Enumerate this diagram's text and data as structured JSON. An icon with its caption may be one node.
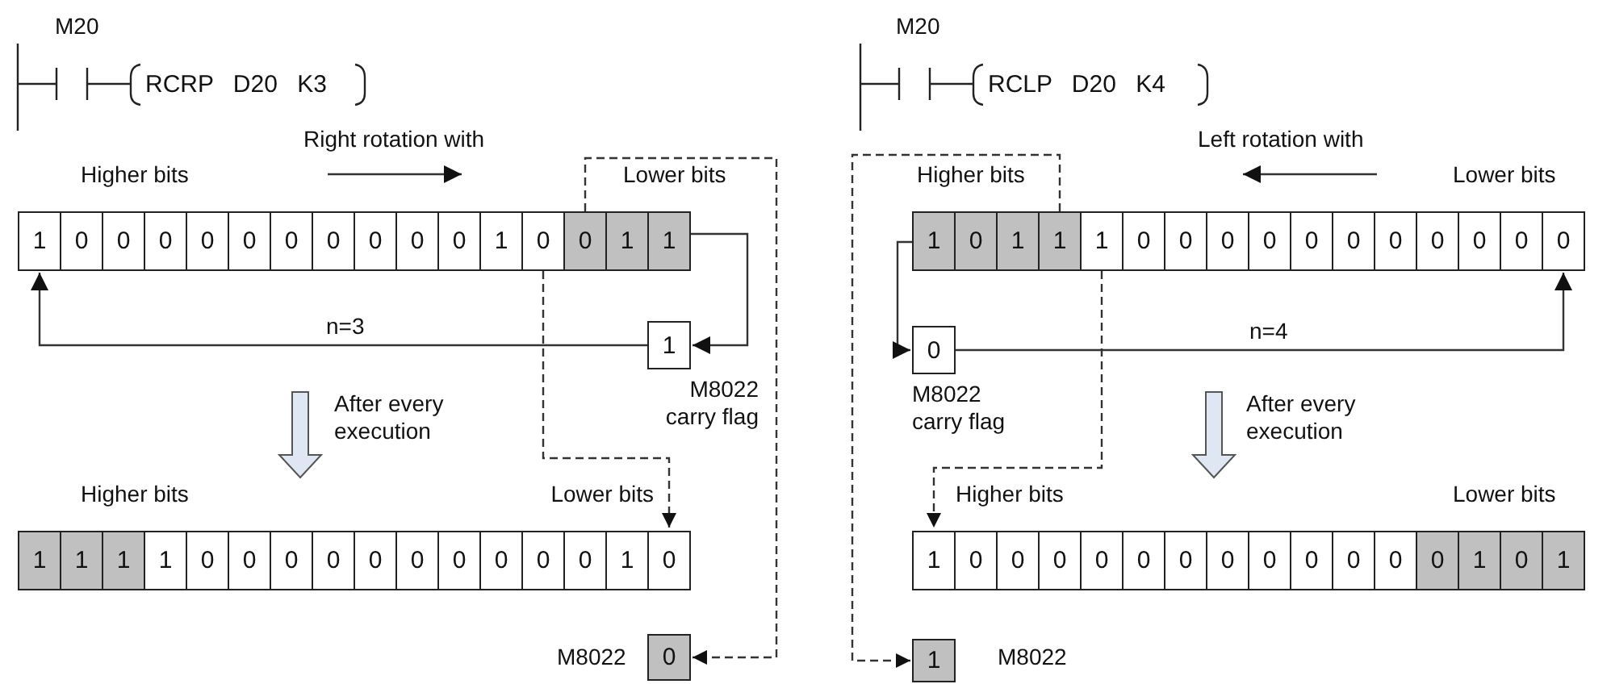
{
  "diagram": {
    "nodes": [
      {
        "text": [
          "1"
        ]
      },
      {
        "text": [
          "0"
        ]
      },
      {
        "text": [
          "0"
        ]
      },
      {
        "text": [
          "0"
        ]
      },
      {
        "text": [
          "0"
        ]
      },
      {
        "text": [
          "0"
        ]
      },
      {
        "text": [
          "0"
        ]
      },
      {
        "text": [
          "0"
        ]
      },
      {
        "text": [
          "0"
        ]
      },
      {
        "text": [
          "0"
        ]
      },
      {
        "text": [
          "0"
        ]
      },
      {
        "text": [
          "1"
        ]
      },
      {
        "text": [
          "0"
        ]
      },
      {
        "text": [
          "0"
        ]
      },
      {
        "text": [
          "1"
        ]
      },
      {
        "text": [
          "1"
        ]
      },
      {
        "text": [
          "1"
        ],
        "beside": [
          "M8022 carry flag"
        ]
      },
      {
        "text": [
          "1"
        ]
      },
      {
        "text": [
          "1"
        ]
      },
      {
        "text": [
          "1"
        ]
      },
      {
        "text": [
          "1"
        ]
      },
      {
        "text": [
          "0"
        ]
      },
      {
        "text": [
          "0"
        ]
      },
      {
        "text": [
          "0"
        ]
      },
      {
        "text": [
          "0"
        ]
      },
      {
        "text": [
          "0"
        ]
      },
      {
        "text": [
          "0"
        ]
      },
      {
        "text": [
          "0"
        ]
      },
      {
        "text": [
          "0"
        ]
      },
      {
        "text": [
          "0"
        ]
      },
      {
        "text": [
          "0"
        ]
      },
      {
        "text": [
          "1"
        ]
      },
      {
        "text": [
          "0"
        ]
      },
      {
        "text": [
          "0"
        ],
        "beside": [
          "M8022"
        ]
      },
      {
        "text": [
          "1"
        ]
      },
      {
        "text": [
          "0"
        ]
      },
      {
        "text": [
          "1"
        ]
      },
      {
        "text": [
          "1"
        ]
      },
      {
        "text": [
          "1"
        ]
      },
      {
        "text": [
          "0"
        ]
      },
      {
        "text": [
          "0"
        ]
      },
      {
        "text": [
          "0"
        ]
      },
      {
        "text": [
          "0"
        ]
      },
      {
        "text": [
          "0"
        ]
      },
      {
        "text": [
          "0"
        ]
      },
      {
        "text": [
          "0"
        ]
      },
      {
        "text": [
          "0"
        ]
      },
      {
        "text": [
          "0"
        ]
      },
      {
        "text": [
          "0"
        ]
      },
      {
        "text": [
          "0"
        ]
      },
      {
        "text": [
          "0"
        ],
        "beside": [
          "M8022 carry flag"
        ]
      },
      {
        "text": [
          "1"
        ]
      },
      {
        "text": [
          "0"
        ]
      },
      {
        "text": [
          "0"
        ]
      },
      {
        "text": [
          "0"
        ]
      },
      {
        "text": [
          "0"
        ]
      },
      {
        "text": [
          "0"
        ]
      },
      {
        "text": [
          "0"
        ]
      },
      {
        "text": [
          "0"
        ]
      },
      {
        "text": [
          "0"
        ]
      },
      {
        "text": [
          "0"
        ]
      },
      {
        "text": [
          "0"
        ]
      },
      {
        "text": [
          "0"
        ]
      },
      {
        "text": [
          "0"
        ]
      },
      {
        "text": [
          "1"
        ]
      },
      {
        "text": [
          "0"
        ]
      },
      {
        "text": [
          "1"
        ]
      },
      {
        "text": [
          "1"
        ],
        "beside": [
          "M8022"
        ]
      }
    ],
    "edges": [
      {
        "from": 15,
        "to": 16,
        "arrow": "to"
      },
      {
        "from": 16,
        "to": 0,
        "arrow": "to",
        "label": "n=3"
      },
      {
        "from": 13,
        "to": 33,
        "arrow": "to",
        "style": "dashed"
      },
      {
        "from": 12,
        "to": 32,
        "arrow": "to",
        "style": "dashed"
      },
      {
        "from": 34,
        "to": 50,
        "arrow": "to"
      },
      {
        "from": 50,
        "to": 49,
        "arrow": "to",
        "label": "n=4"
      },
      {
        "from": 37,
        "to": 67,
        "arrow": "to",
        "style": "dashed"
      },
      {
        "from": 38,
        "to": 51,
        "arrow": "to",
        "style": "dashed"
      }
    ],
    "labels": [
      "M20",
      "RCRP D20 K3",
      "Right rotation with",
      "Higher bits",
      "Lower bits",
      "After every execution",
      "Higher bits",
      "Lower bits",
      "M20",
      "RCLP D20 K4",
      "Left rotation with",
      "Higher bits",
      "Lower bits",
      "After every execution",
      "Higher bits",
      "Lower bits"
    ]
  }
}
